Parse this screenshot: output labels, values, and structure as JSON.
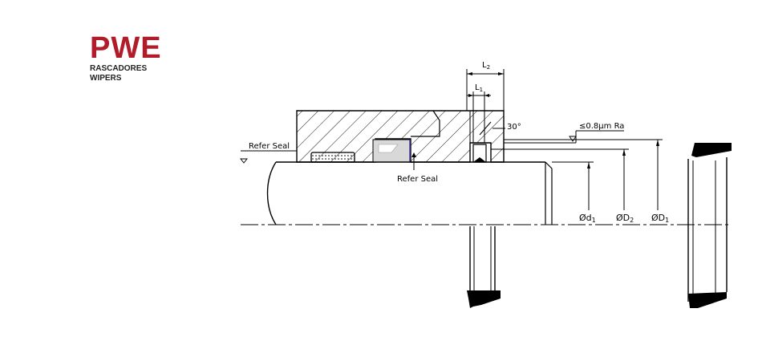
{
  "brand": {
    "logo": "PWE",
    "line1": "RASCADORES",
    "line2": "WIPERS",
    "logo_color": "#b01c2a"
  },
  "drawing": {
    "refer_seal_top": "Refer Seal",
    "refer_seal_bottom": "Refer Seal",
    "angle": "30°",
    "roughness": "≤0.8µm Ra",
    "dim_L2": "L",
    "dim_L2_sub": "2",
    "dim_L1": "L",
    "dim_L1_sub": "1",
    "dim_d1": "Ød",
    "dim_d1_sub": "1",
    "dim_D2": "ØD",
    "dim_D2_sub": "2",
    "dim_D1": "ØD",
    "dim_D1_sub": "1"
  }
}
